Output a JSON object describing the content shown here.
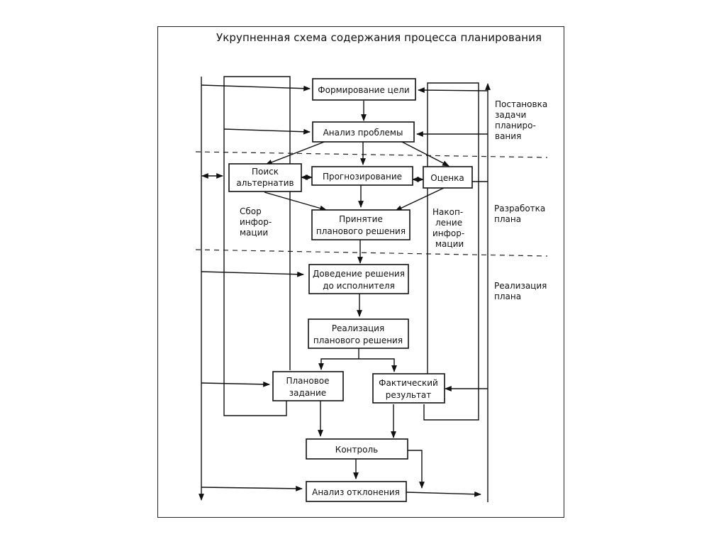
{
  "title": "Укрупненная схема содержания процесса планирования",
  "boxes": {
    "formirovanie": [
      "Формирование цели"
    ],
    "analiz": [
      "Анализ проблемы"
    ],
    "poisk": [
      "Поиск",
      "альтернатив"
    ],
    "prognoz": [
      "Прогнозирование"
    ],
    "ocenka": [
      "Оценка"
    ],
    "prinyatie": [
      "Принятие",
      "планового решения"
    ],
    "dovedenie": [
      "Доведение решения",
      "до исполнителя"
    ],
    "realizaciya": [
      "Реализация",
      "планового решения"
    ],
    "planovoe": [
      "Плановое",
      "задание"
    ],
    "fakticheskiy": [
      "Фактический",
      "результат"
    ],
    "kontrol": [
      "Контроль"
    ],
    "analiz_otkl": [
      "Анализ отклонения"
    ]
  },
  "side_labels": {
    "sbor": [
      "Сбор",
      "инфор-",
      "мации"
    ],
    "nakoplenie": [
      "Накоп-",
      "ление",
      "инфор-",
      "мации"
    ]
  },
  "stages": [
    {
      "name": "postanovka",
      "lines": [
        "Постановка",
        "задачи",
        "планиро-",
        "вания"
      ]
    },
    {
      "name": "razrabotka",
      "lines": [
        "Разработка",
        "плана"
      ]
    },
    {
      "name": "realizaciya",
      "lines": [
        "Реализация",
        "плана"
      ]
    }
  ]
}
